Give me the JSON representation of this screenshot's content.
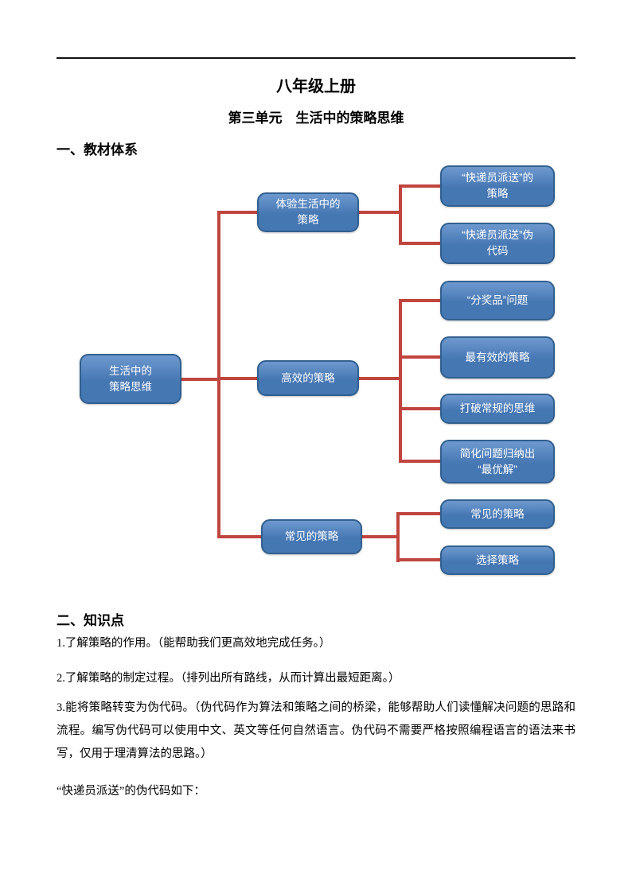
{
  "page": {
    "title": "八年级上册",
    "subtitle": "第三单元　生活中的策略思维",
    "section1_heading": "一、教材体系",
    "section2_heading": "二、知识点"
  },
  "diagram": {
    "root": "生活中的\n策略思维",
    "branches": [
      {
        "label": "体验生活中的\n策略",
        "children": [
          "“快递员派送”的\n策略",
          "“快递员派送”伪\n代码"
        ]
      },
      {
        "label": "高效的策略",
        "children": [
          "“分奖品”问题",
          "最有效的策略",
          "打破常规的思维",
          "简化问题归纳出\n“最优解”"
        ]
      },
      {
        "label": "常见的策略",
        "children": [
          "常见的策略",
          "选择策略"
        ]
      }
    ],
    "colors": {
      "node_fill_top": "#6e99cf",
      "node_fill": "#4577b3",
      "node_border": "#31608f",
      "connector": "#c0453f",
      "node_text": "#ffffff"
    }
  },
  "knowledge_points": {
    "items": [
      "1.了解策略的作用。（能帮助我们更高效地完成任务。）",
      "2.了解策略的制定过程。（排列出所有路线，从而计算出最短距离。）",
      "3.能将策略转变为伪代码。（伪代码作为算法和策略之间的桥梁，能够帮助人们读懂解决问题的思路和流程。编写伪代码可以使用中文、英文等任何自然语言。伪代码不需要严格按照编程语言的语法来书写，仅用于理清算法的思路。）"
    ],
    "footer_line": "“快递员派送”的伪代码如下："
  }
}
